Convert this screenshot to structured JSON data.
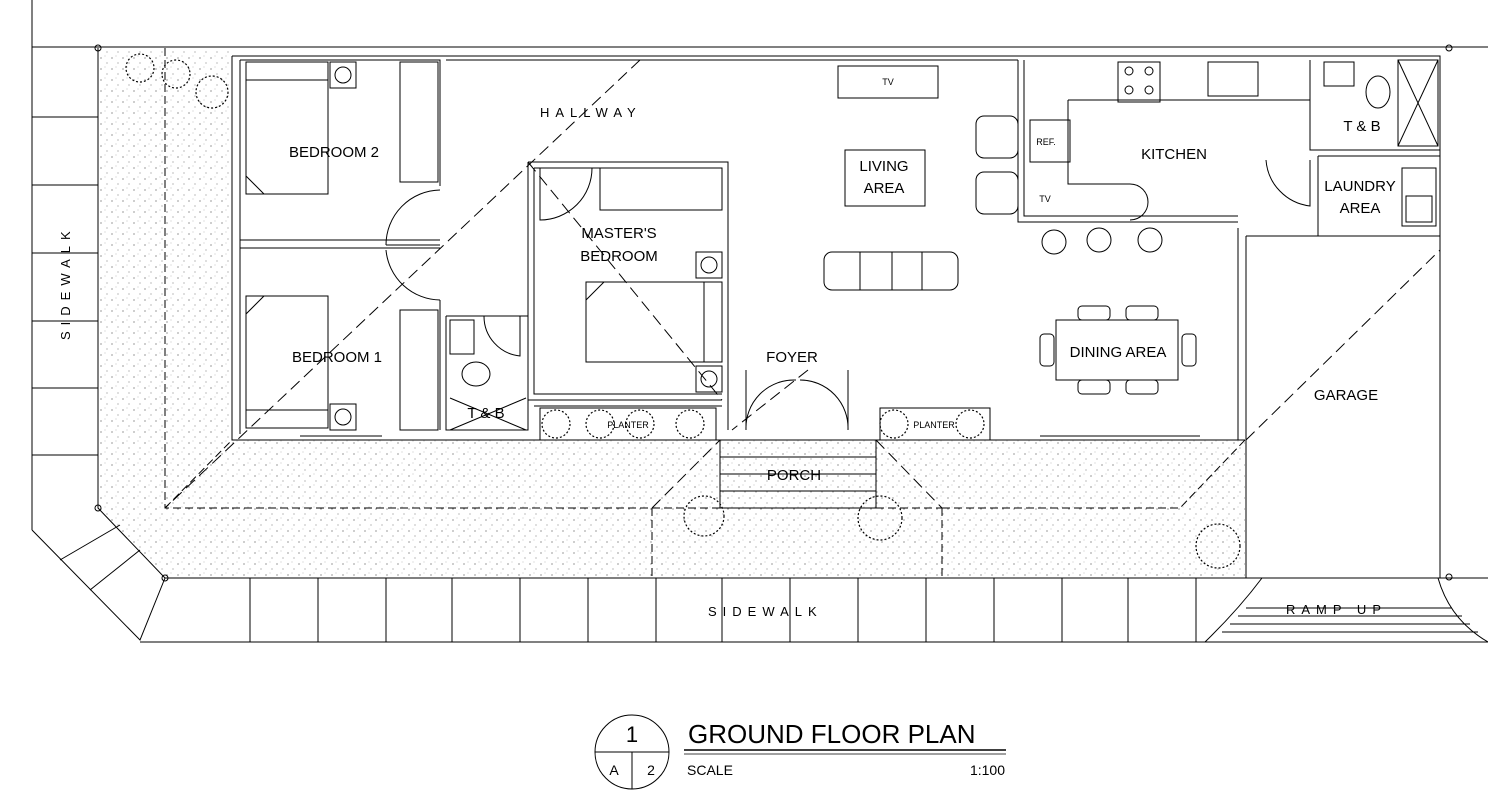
{
  "drawing": {
    "title": "GROUND FLOOR PLAN",
    "scale_label": "SCALE",
    "scale_value": "1:100",
    "bubble": {
      "number": "1",
      "sheet": "A",
      "sheet_number": "2"
    }
  },
  "rooms": {
    "bedroom_2": "BEDROOM  2",
    "bedroom_1": "BEDROOM  1",
    "hallway": "HALLWAY",
    "masters_bedroom_line1": "MASTER'S",
    "masters_bedroom_line2": "BEDROOM",
    "tb_small": "T & B",
    "living_area_line1": "LIVING",
    "living_area_line2": "AREA",
    "foyer": "FOYER",
    "porch": "PORCH",
    "kitchen": "KITCHEN",
    "tb_large": "T & B",
    "laundry_line1": "LAUNDRY",
    "laundry_line2": "AREA",
    "dining_area": "DINING AREA",
    "garage": "GARAGE",
    "planter_left": "PLANTER",
    "planter_right": "PLANTER"
  },
  "site": {
    "sidewalk_side": "SIDEWALK",
    "sidewalk_front": "SIDEWALK",
    "ramp": "RAMP UP"
  },
  "fixtures": {
    "tv_living": "TV",
    "tv_kitchen": "TV",
    "ref": "REF."
  }
}
